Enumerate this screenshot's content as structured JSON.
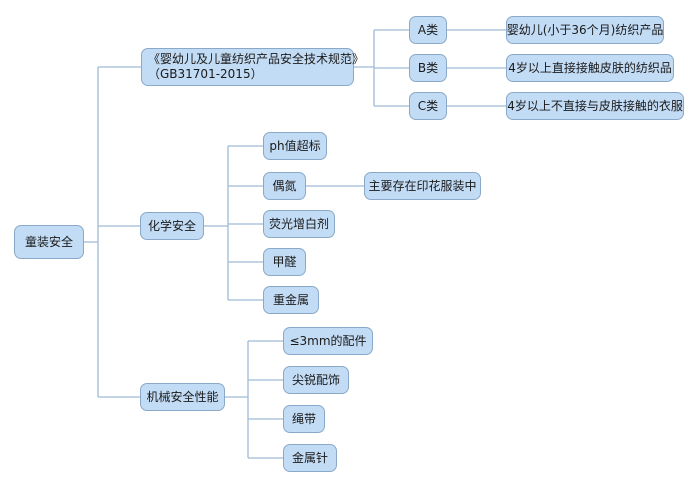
{
  "root": {
    "label": "童装安全"
  },
  "standard": {
    "line1": "《婴幼儿及儿童纺织产品安全技术规范》",
    "line2": "（GB31701-2015）",
    "categories": [
      {
        "label": "A类",
        "desc": "婴幼儿(小于36个月)纺织产品"
      },
      {
        "label": "B类",
        "desc": "4岁以上直接接触皮肤的纺织品"
      },
      {
        "label": "C类",
        "desc": "4岁以上不直接与皮肤接触的衣服"
      }
    ]
  },
  "chemical": {
    "label": "化学安全",
    "items": [
      "ph值超标",
      "偶氮",
      "荧光增白剂",
      "甲醛",
      "重金属"
    ],
    "azo_note": "主要存在印花服装中"
  },
  "mechanical": {
    "label": "机械安全性能",
    "items": [
      "≤3mm的配件",
      "尖锐配饰",
      "绳带",
      "金属针"
    ]
  },
  "colors": {
    "node_fill": "#c3dcf5",
    "node_border": "#8aa9c8",
    "line": "#9fbbd6"
  }
}
